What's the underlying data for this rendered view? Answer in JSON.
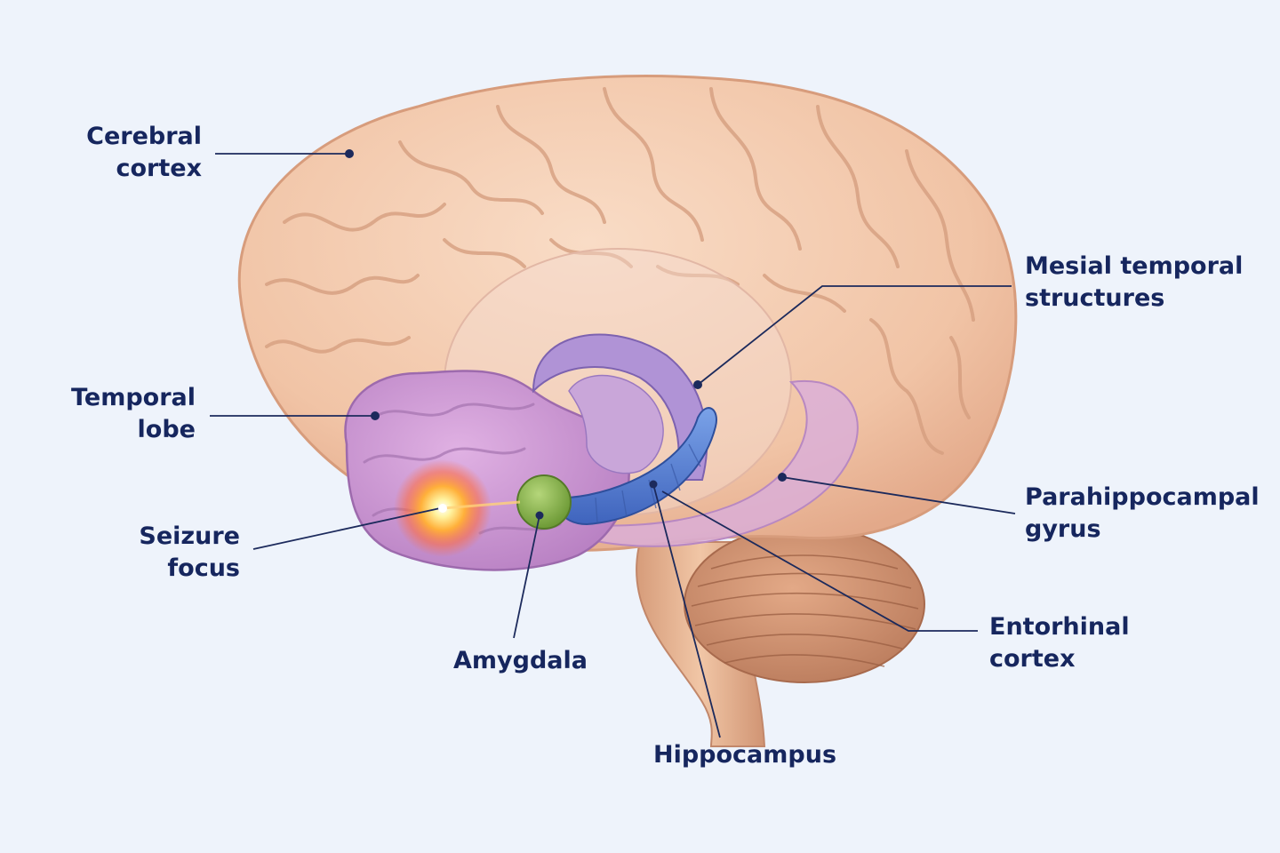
{
  "colors": {
    "background": "#eef3fb",
    "label_text": "#16265e",
    "leader_line": "#1c2a5c",
    "cortex": "#f3c9ad",
    "temporal_lobe": "#c98fcf",
    "mesial_structures": "#b79ad8",
    "parahippocampal_gyrus": "#ddb6dc",
    "hippocampus": "#5d86d6",
    "amygdala": "#86b24e",
    "seizure_focus": "#ffcc33",
    "cerebellum": "#d19472",
    "brainstem": "#e8b896"
  },
  "labels": {
    "cerebral_cortex": [
      "Cerebral",
      "cortex"
    ],
    "temporal_lobe": [
      "Temporal",
      "lobe"
    ],
    "seizure_focus": [
      "Seizure",
      "focus"
    ],
    "amygdala": [
      "Amygdala"
    ],
    "hippocampus": [
      "Hippocampus"
    ],
    "entorhinal_cortex": [
      "Entorhinal",
      "cortex"
    ],
    "parahippocampal_gyrus": [
      "Parahippocampal",
      "gyrus"
    ],
    "mesial_temporal_structures": [
      "Mesial temporal",
      "structures"
    ]
  }
}
